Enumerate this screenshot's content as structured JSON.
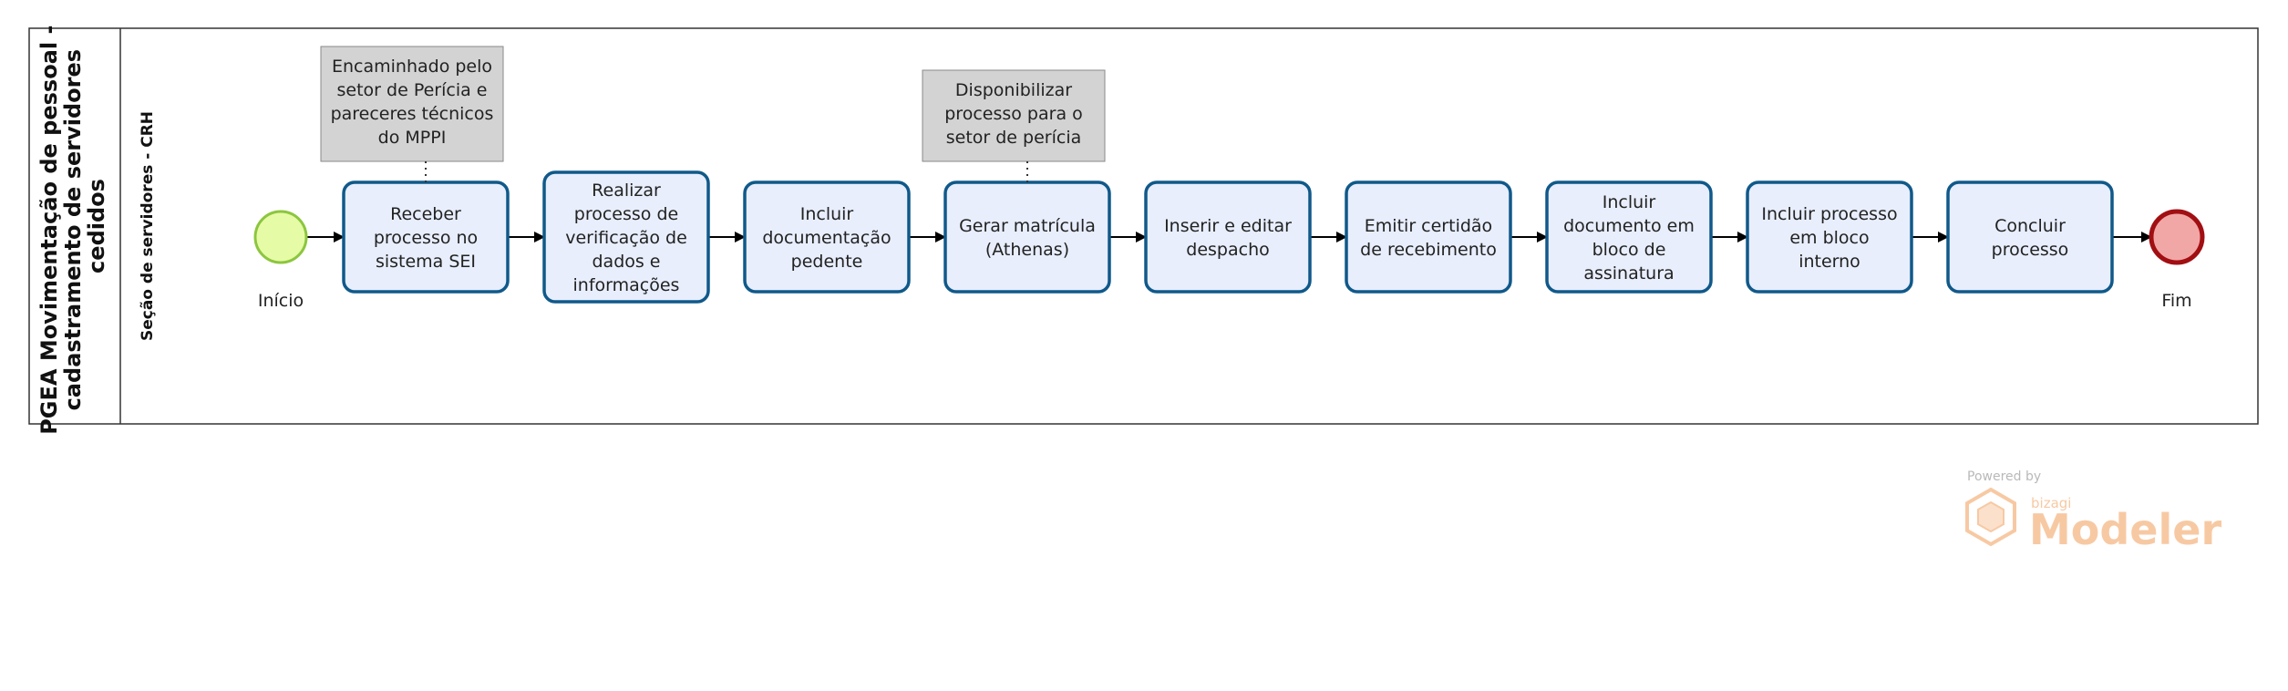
{
  "pool": {
    "title_lines": [
      "PGEA Movimentação de pessoal -",
      "cadastramento de servidores",
      "cedidos"
    ]
  },
  "lane": {
    "title": "Seção de servidores - CRH"
  },
  "start_event": {
    "label": "Início",
    "fill": "#e6fba6",
    "stroke": "#8cc63f"
  },
  "end_event": {
    "label": "Fim",
    "fill": "#f2a7a7",
    "stroke": "#a10f13"
  },
  "tasks": [
    {
      "lines": [
        "Receber",
        "processo no",
        "sistema SEI"
      ]
    },
    {
      "lines": [
        "Realizar",
        "processo de",
        "verificação de",
        "dados e",
        "informações"
      ]
    },
    {
      "lines": [
        "Incluir",
        "documentação",
        "pedente"
      ]
    },
    {
      "lines": [
        "Gerar matrícula",
        "(Athenas)"
      ]
    },
    {
      "lines": [
        "Inserir e editar",
        "despacho"
      ]
    },
    {
      "lines": [
        "Emitir certidão",
        "de recebimento"
      ]
    },
    {
      "lines": [
        "Incluir",
        "documento em",
        "bloco de",
        "assinatura"
      ]
    },
    {
      "lines": [
        "Incluir processo",
        "em bloco",
        "interno"
      ]
    },
    {
      "lines": [
        "Concluir",
        "processo"
      ]
    }
  ],
  "annotations": [
    {
      "lines": [
        "Encaminhado pelo",
        "setor de Perícia e",
        "pareceres técnicos",
        "do MPPI"
      ],
      "attached_to_task": 0
    },
    {
      "lines": [
        "Disponibilizar",
        "processo para o",
        "setor de perícia"
      ],
      "attached_to_task": 3
    }
  ],
  "watermark": {
    "powered": "Powered by",
    "brand_small": "bizagi",
    "brand": "Modeler"
  },
  "colors": {
    "task_fill": "#e8eefc",
    "task_stroke": "#10598a",
    "note_fill": "#d3d3d3",
    "note_stroke": "#8a8a8a",
    "pool_stroke": "#333333",
    "arrow": "#000000"
  }
}
